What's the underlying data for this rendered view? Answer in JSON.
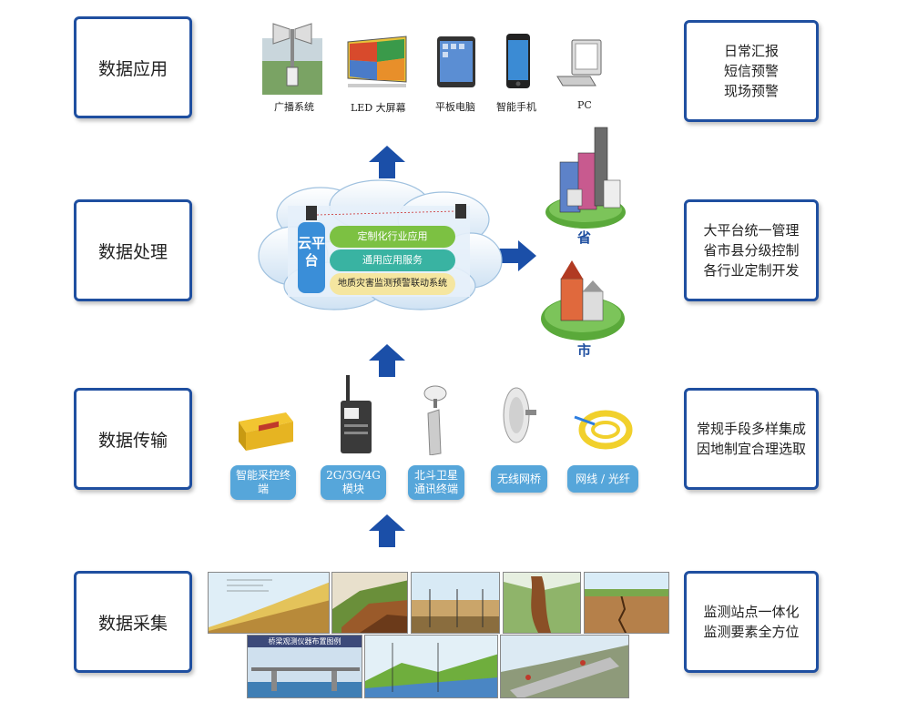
{
  "left_boxes": [
    {
      "label": "数据应用"
    },
    {
      "label": "数据处理"
    },
    {
      "label": "数据传输"
    },
    {
      "label": "数据采集"
    }
  ],
  "right_boxes": [
    {
      "lines": [
        "日常汇报",
        "短信预警",
        "现场预警"
      ]
    },
    {
      "lines": [
        "大平台统一管理",
        "省市县分级控制",
        "各行业定制开发"
      ]
    },
    {
      "lines": [
        "常规手段多样集成",
        "因地制宜合理选取"
      ]
    },
    {
      "lines": [
        "监测站点一体化",
        "监测要素全方位"
      ]
    }
  ],
  "applications": [
    "广播系统",
    "LED 大屏幕",
    "平板电脑",
    "智能手机",
    "PC"
  ],
  "cloud": {
    "side_label": "云平台",
    "layers": [
      "定制化行业应用",
      "通用应用服务",
      "地质灾害监测预警联动系统"
    ]
  },
  "levels": {
    "province": "省",
    "city": "市"
  },
  "transmission": [
    {
      "label": "智能采控终端"
    },
    {
      "label": "2G/3G/4G模块"
    },
    {
      "label": "北斗卫星通讯终端"
    },
    {
      "label": "无线网桥"
    },
    {
      "label": "网线 / 光纤"
    }
  ],
  "collection_panels": {
    "bridge_title": "桥梁观测仪器布置图例"
  },
  "colors": {
    "border": "#1f4fa0",
    "arrow": "#1b4fa8",
    "label_bg": "#56a6da"
  }
}
